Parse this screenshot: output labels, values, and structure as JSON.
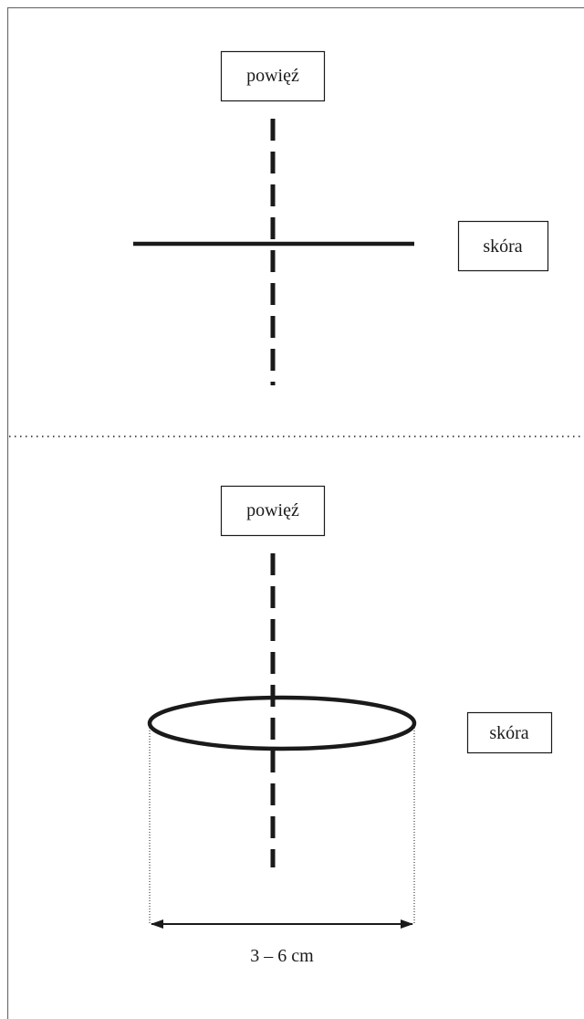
{
  "top_panel": {
    "fascia_label": "powięź",
    "skin_label": "skóra"
  },
  "bottom_panel": {
    "fascia_label": "powięź",
    "skin_label": "skóra",
    "dimension_label": "3 – 6 cm"
  }
}
